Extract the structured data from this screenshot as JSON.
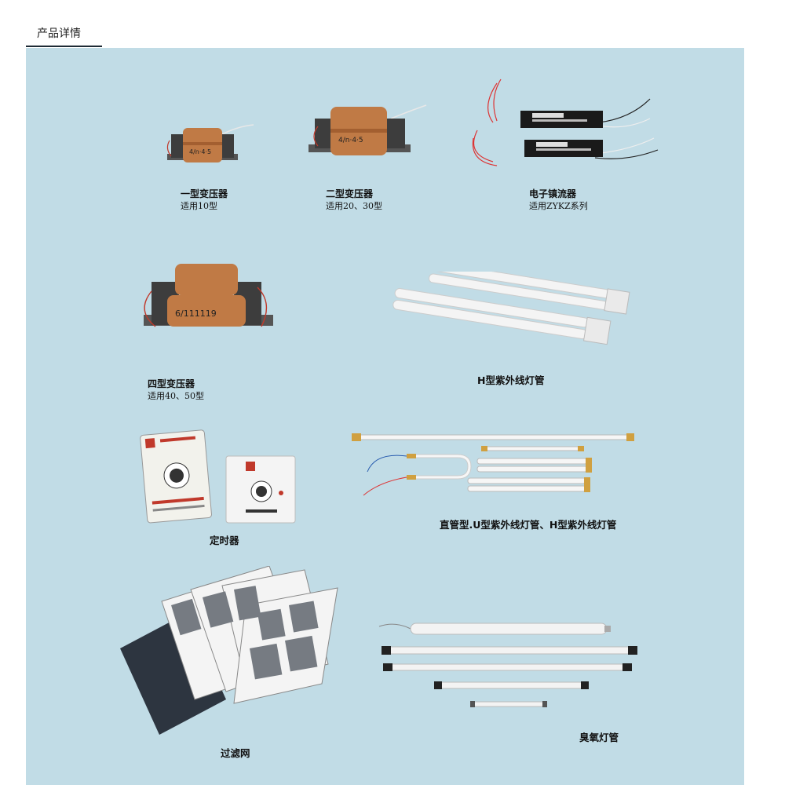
{
  "tab": {
    "label": "产品详情"
  },
  "products": {
    "t1": {
      "title": "一型变压器",
      "sub": "适用10型"
    },
    "t2": {
      "title": "二型变压器",
      "sub": "适用20、30型"
    },
    "ballast": {
      "title": "电子镇流器",
      "sub": "适用ZYKZ系列"
    },
    "t4": {
      "title": "四型变压器",
      "sub": "适用40、50型"
    },
    "h_lamp": {
      "title": "H型紫外线灯管"
    },
    "timer": {
      "title": "定时器"
    },
    "uv_lamps": {
      "title": "直管型.U型紫外线灯管、H型紫外线灯管"
    },
    "filter": {
      "title": "过滤网"
    },
    "ozone": {
      "title": "臭氧灯管"
    }
  }
}
